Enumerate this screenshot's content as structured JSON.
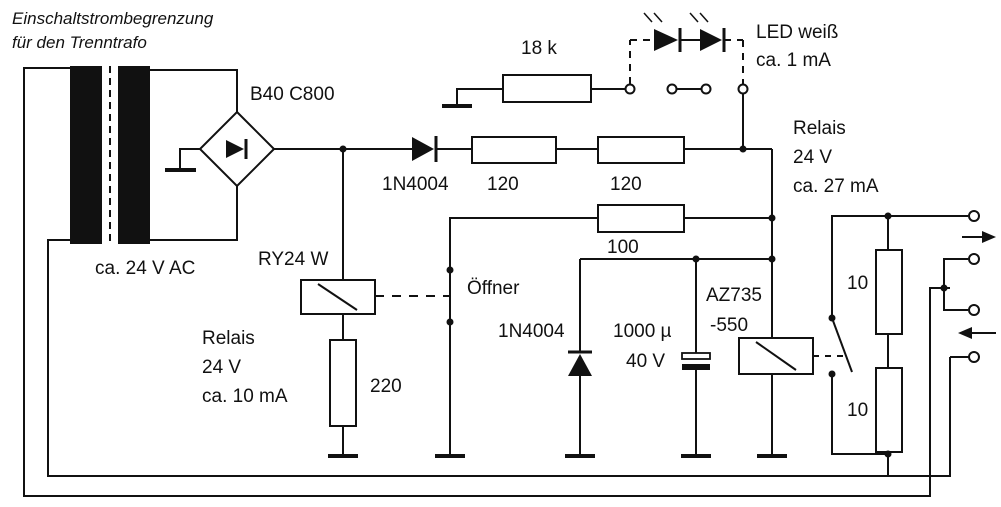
{
  "title": {
    "line1": "Einschaltstrombegrenzung",
    "line2": "für den Trenntrafo"
  },
  "labels": {
    "rectifier": "B40 C800",
    "transformer_voltage": "ca. 24 V AC",
    "diode_main": "1N4004",
    "r_120a": "120",
    "r_120b": "120",
    "r_18k": "18 k",
    "led_line1": "LED weiß",
    "led_line2": "ca. 1 mA",
    "relay2_title": "Relais",
    "relay2_voltage": "24 V",
    "relay2_current": "ca. 27 mA",
    "r_100": "100",
    "relay1_type": "RY24 W",
    "nc_contact": "Öffner",
    "relay1_title": "Relais",
    "relay1_voltage": "24 V",
    "relay1_current": "ca. 10 mA",
    "r_220": "220",
    "diode_2": "1N4004",
    "cap_value": "1000 µ",
    "cap_voltage": "40 V",
    "relay2_type_a": "AZ735",
    "relay2_type_b": "-550",
    "r_10a": "10",
    "r_10b": "10"
  }
}
